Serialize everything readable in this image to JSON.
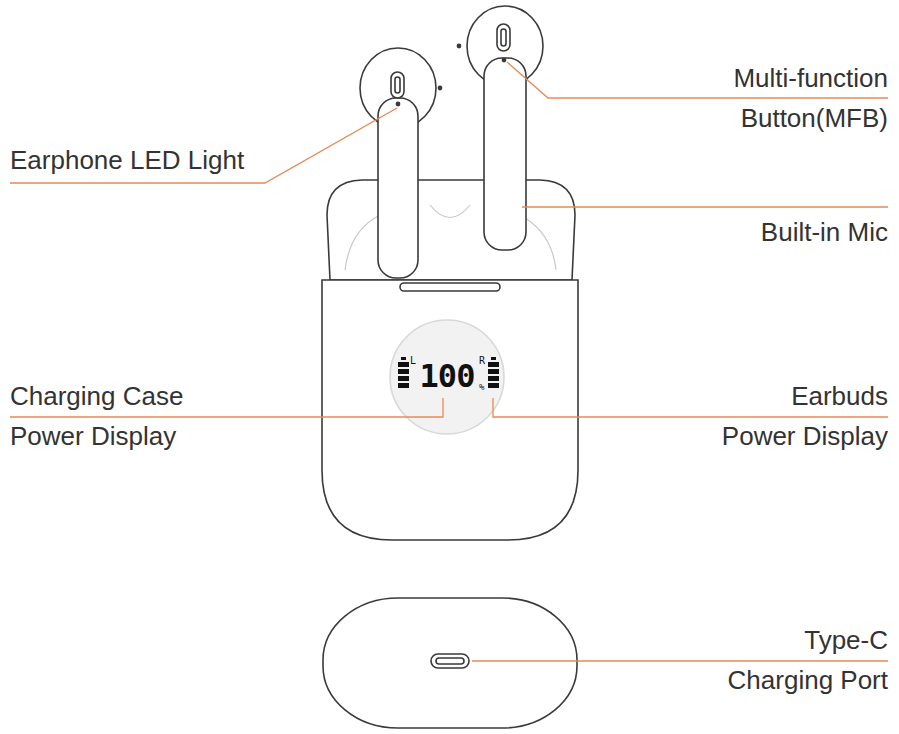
{
  "diagram": {
    "labels": [
      "Multi-function Button(MFB)",
      "Earphone LED Light",
      "Built-in Mic",
      "Charging Case Power Display",
      "Earbuds Power Display",
      "Type-C Charging Port",
      "100",
      "L",
      "R",
      "%"
    ]
  }
}
